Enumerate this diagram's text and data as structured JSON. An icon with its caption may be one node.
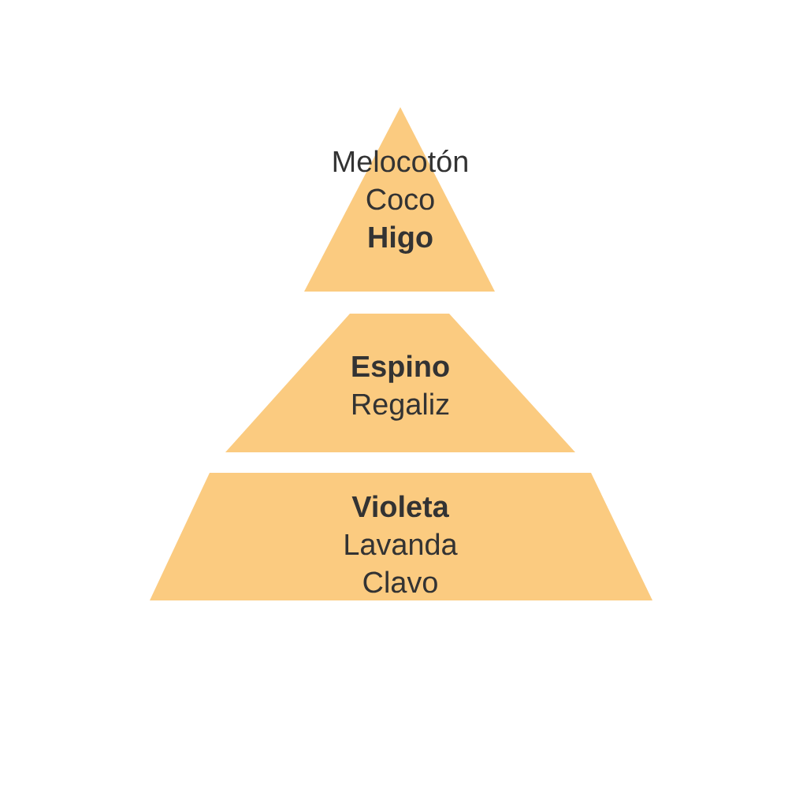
{
  "diagram": {
    "nodes": [
      {
        "text": [
          "Melocotón",
          "Coco",
          "Higo"
        ]
      },
      {
        "text": [
          "Espino",
          "Regaliz"
        ]
      },
      {
        "text": [
          "Violeta",
          "Lavanda",
          "Clavo"
        ]
      }
    ]
  }
}
